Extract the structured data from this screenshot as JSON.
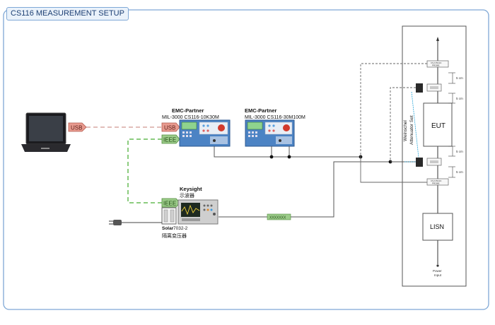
{
  "title": "CS116 MEASUREMENT SETUP",
  "labels": {
    "usb_laptop": "USB",
    "usb_emc": "USB",
    "ieee_emc": "IEEE",
    "ieee_scope": "IEEE",
    "emc1_brand": "EMC-Partner",
    "emc1_model": "MIL-3000  CS116-10K30M",
    "emc2_brand": "EMC-Partner",
    "emc2_model": "MIL-3000  CS116-30M100M",
    "keysight": "Keysight",
    "scope_cn": "示波器",
    "solar": "Solar",
    "solar_model": "7032-2",
    "transformer_cn": "隔离变压器",
    "attenuator_line1": "Weinschel",
    "attenuator_line2": "Attenuator Set",
    "eut": "EUT",
    "lisn": "LISN",
    "power_line1": "Power",
    "power_line2": "Input",
    "dim_5cm": "5 cm",
    "cable_tag": "XXXXXXX",
    "clamp_tag1": "CS-9 BULK",
    "clamp_tag2": "PROBE"
  },
  "colors": {
    "frame": "#7fa8d6",
    "usb_tag": "#e89a8f",
    "ieee_tag": "#9ccc8a",
    "green_dash": "#66bb55",
    "device_blue": "#4c83c4",
    "lcd_green": "#8fd38e"
  }
}
